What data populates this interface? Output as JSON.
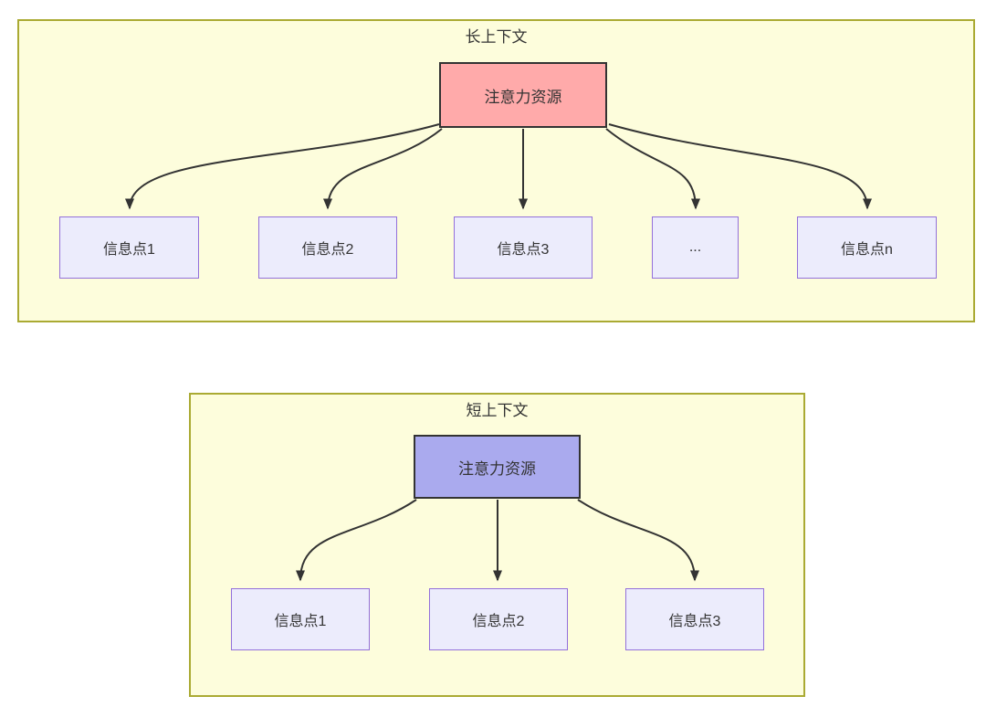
{
  "diagram": {
    "long_context": {
      "title": "长上下文",
      "root_label": "注意力资源",
      "nodes": [
        "信息点1",
        "信息点2",
        "信息点3",
        "...",
        "信息点n"
      ]
    },
    "short_context": {
      "title": "短上下文",
      "root_label": "注意力资源",
      "nodes": [
        "信息点1",
        "信息点2",
        "信息点3"
      ]
    },
    "colors": {
      "group_fill": "#fdfddc",
      "group_border": "#aaaa33",
      "info_node_fill": "#ececfc",
      "info_node_border": "#9370db",
      "root_long_fill": "#ffaaaa",
      "root_short_fill": "#aaaaee",
      "root_border": "#333333",
      "arrow": "#333333",
      "text": "#333333"
    }
  }
}
